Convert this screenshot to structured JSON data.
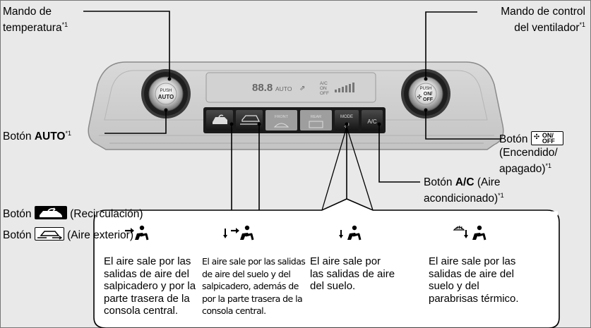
{
  "labels": {
    "temp_knob": {
      "line1": "Mando de",
      "line2": "temperatura",
      "sup": "*1"
    },
    "fan_knob": {
      "line1": "Mando de control",
      "line2": "del ventilador",
      "sup": "*1"
    },
    "auto_button": {
      "prefix": "Botón ",
      "bold": "AUTO",
      "sup": "*1"
    },
    "recirculation": {
      "prefix": "Botón ",
      "suffix": " (Recirculación)"
    },
    "fresh_air": {
      "prefix": "Botón ",
      "suffix": " (Aire exterior)"
    },
    "on_off": {
      "prefix": "Botón ",
      "line2": "(Encendido/",
      "line3": "apagado)",
      "sup": "*1",
      "icon_text_top": "ON/",
      "icon_text_bottom": "OFF"
    },
    "ac_button": {
      "prefix": "Botón ",
      "bold": "A/C",
      "suffix": " (Aire",
      "line2": "acondicionado)",
      "sup": "*1"
    }
  },
  "panel": {
    "temp_knob_top": "PUSH",
    "temp_knob_bottom": "AUTO",
    "fan_knob_top": "PUSH",
    "fan_knob_mid": "ON/",
    "fan_knob_bottom": "OFF",
    "display_temp": "88.8",
    "display_auto": "AUTO",
    "display_ac_top": "A/C",
    "display_ac_mid": "ON",
    "display_ac_bottom": "OFF",
    "front_label": "FRONT",
    "rear_label": "REAR",
    "mode_label": "MODE",
    "ac_label": "A/C"
  },
  "modes": [
    {
      "icon": "dash-vent-icon",
      "text": [
        "El aire sale por las",
        "salidas de aire del",
        "salpicadero y por la",
        "parte trasera de la",
        "consola central."
      ]
    },
    {
      "icon": "floor-dash-vent-icon",
      "text": [
        "El aire sale por las salidas",
        "de aire del suelo y del",
        "salpicadero, además de",
        "por la parte trasera de la",
        "consola central."
      ]
    },
    {
      "icon": "floor-vent-icon",
      "text": [
        "El aire sale por",
        "las salidas de aire",
        "del suelo."
      ]
    },
    {
      "icon": "floor-defrost-icon",
      "text": [
        "El aire sale por las",
        "salidas de aire del",
        "suelo y del",
        "parabrisas térmico."
      ]
    }
  ],
  "colors": {
    "background": "#e9e9e9",
    "panel_dark": "#2b2b2b",
    "line": "#000000"
  }
}
